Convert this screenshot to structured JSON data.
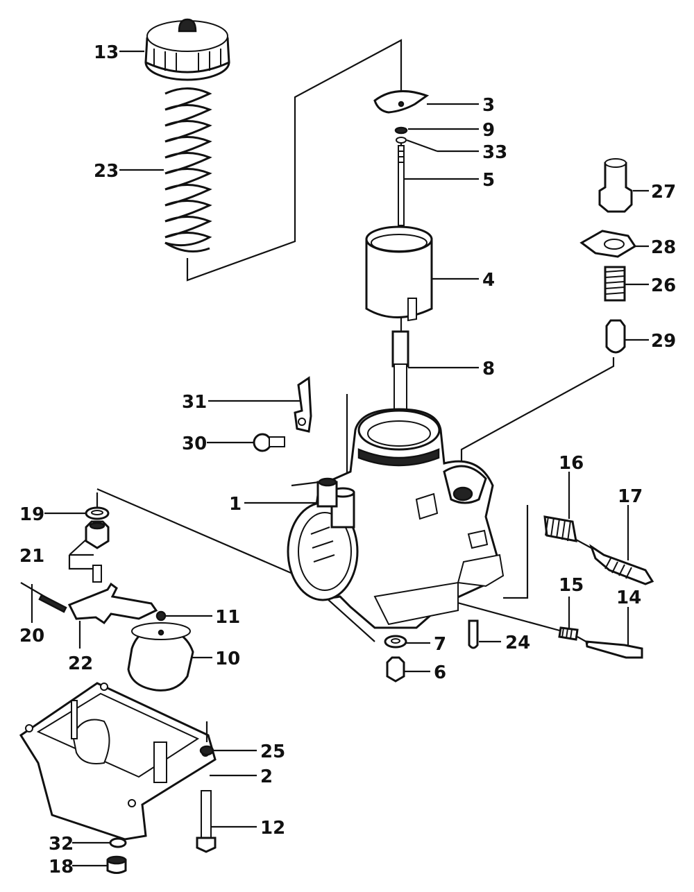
{
  "diagram": {
    "background": "#ffffff",
    "ink": "#111111",
    "callouts": [
      {
        "id": "c13",
        "label": "13"
      },
      {
        "id": "c23",
        "label": "23"
      },
      {
        "id": "c3",
        "label": "3"
      },
      {
        "id": "c9",
        "label": "9"
      },
      {
        "id": "c33",
        "label": "33"
      },
      {
        "id": "c5",
        "label": "5"
      },
      {
        "id": "c27",
        "label": "27"
      },
      {
        "id": "c28",
        "label": "28"
      },
      {
        "id": "c26",
        "label": "26"
      },
      {
        "id": "c4",
        "label": "4"
      },
      {
        "id": "c29",
        "label": "29"
      },
      {
        "id": "c8",
        "label": "8"
      },
      {
        "id": "c31",
        "label": "31"
      },
      {
        "id": "c30",
        "label": "30"
      },
      {
        "id": "c16",
        "label": "16"
      },
      {
        "id": "c17",
        "label": "17"
      },
      {
        "id": "c1",
        "label": "1"
      },
      {
        "id": "c19",
        "label": "19"
      },
      {
        "id": "c21",
        "label": "21"
      },
      {
        "id": "c20",
        "label": "20"
      },
      {
        "id": "c22",
        "label": "22"
      },
      {
        "id": "c11",
        "label": "11"
      },
      {
        "id": "c10",
        "label": "10"
      },
      {
        "id": "c15",
        "label": "15"
      },
      {
        "id": "c14",
        "label": "14"
      },
      {
        "id": "c7",
        "label": "7"
      },
      {
        "id": "c24",
        "label": "24"
      },
      {
        "id": "c6",
        "label": "6"
      },
      {
        "id": "c25",
        "label": "25"
      },
      {
        "id": "c2",
        "label": "2"
      },
      {
        "id": "c12",
        "label": "12"
      },
      {
        "id": "c32",
        "label": "32"
      },
      {
        "id": "c18",
        "label": "18"
      }
    ]
  }
}
